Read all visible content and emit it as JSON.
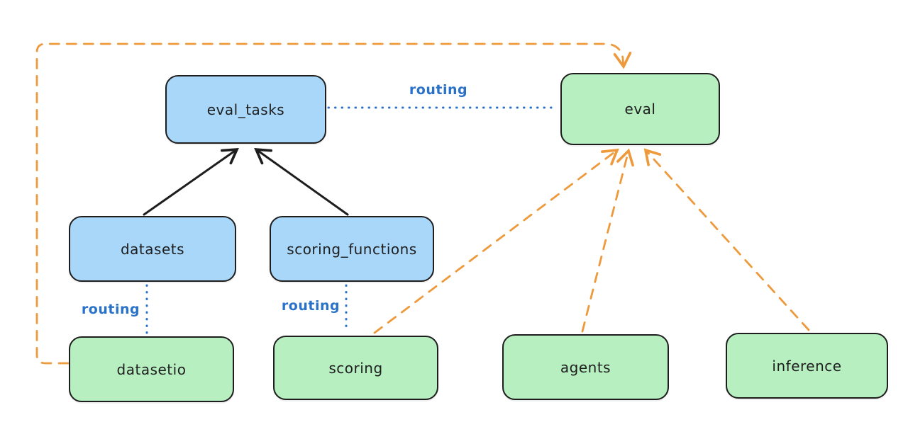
{
  "diagram": {
    "nodes": {
      "eval_tasks": {
        "label": "eval_tasks",
        "fill": "#a8d7fa"
      },
      "eval": {
        "label": "eval",
        "fill": "#b7efc1"
      },
      "datasets": {
        "label": "datasets",
        "fill": "#a8d7fa"
      },
      "scoring_functions": {
        "label": "scoring_functions",
        "fill": "#a8d7fa"
      },
      "datasetio": {
        "label": "datasetio",
        "fill": "#b7efc1"
      },
      "scoring": {
        "label": "scoring",
        "fill": "#b7efc1"
      },
      "agents": {
        "label": "agents",
        "fill": "#b7efc1"
      },
      "inference": {
        "label": "inference",
        "fill": "#b7efc1"
      }
    },
    "edges": [
      {
        "from": "datasets",
        "to": "eval_tasks",
        "style": "solid-black-arrow",
        "label": ""
      },
      {
        "from": "scoring_functions",
        "to": "eval_tasks",
        "style": "solid-black-arrow",
        "label": ""
      },
      {
        "from": "eval_tasks",
        "to": "eval",
        "style": "dotted-blue",
        "label": "routing"
      },
      {
        "from": "datasets",
        "to": "datasetio",
        "style": "dotted-blue",
        "label": "routing"
      },
      {
        "from": "scoring_functions",
        "to": "scoring",
        "style": "dotted-blue",
        "label": "routing"
      },
      {
        "from": "scoring",
        "to": "eval",
        "style": "dashed-orange-arrow",
        "label": ""
      },
      {
        "from": "agents",
        "to": "eval",
        "style": "dashed-orange-arrow",
        "label": ""
      },
      {
        "from": "inference",
        "to": "eval",
        "style": "dashed-orange-arrow",
        "label": ""
      },
      {
        "from": "datasetio",
        "to": "eval",
        "style": "dashed-orange-arrow-loop",
        "label": ""
      }
    ],
    "colors": {
      "node_stroke": "#1e1e1e",
      "blue_fill": "#a8d7fa",
      "green_fill": "#b7efc1",
      "routing_blue": "#2a72c8",
      "orange": "#ee9a3c",
      "black_arrow": "#1e1e1e",
      "background": "#ffffff"
    }
  }
}
